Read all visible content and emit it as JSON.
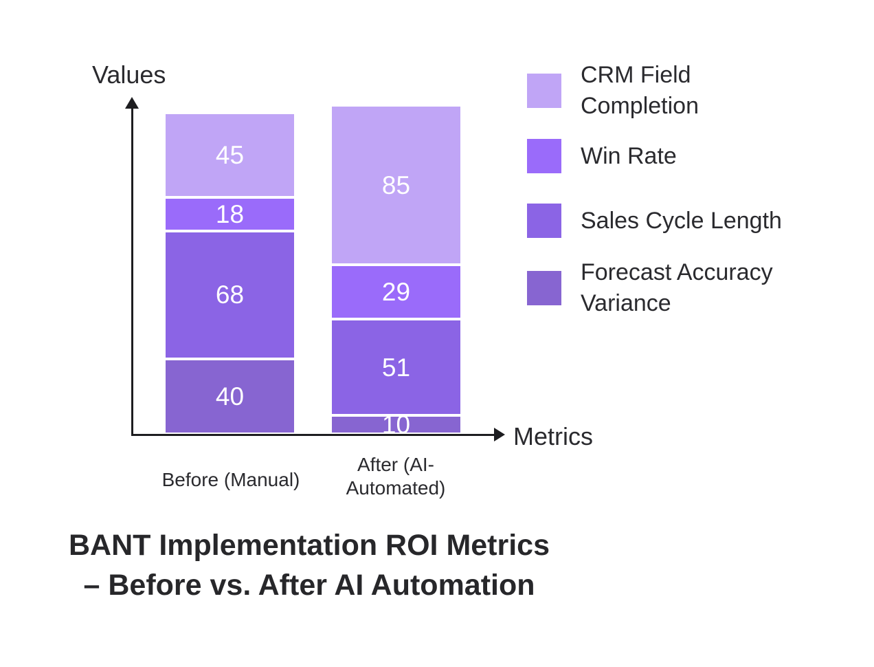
{
  "title": "BANT Implementation ROI Metrics\n– Before vs. After AI Automation",
  "colors": {
    "background": "#ffffff",
    "text": "#2a2a2e",
    "axis": "#1d1d20",
    "segment_label": "#ffffff",
    "segment_border": "#ffffff"
  },
  "legend": {
    "position": "right",
    "items": [
      {
        "label": "CRM Field\nCompletion"
      },
      {
        "label": "Win Rate"
      },
      {
        "label": "Sales Cycle Length"
      },
      {
        "label": "Forecast Accuracy\nVariance"
      }
    ]
  },
  "chart_data": {
    "type": "bar",
    "stacked": true,
    "title": "BANT Implementation ROI Metrics – Before vs. After AI Automation",
    "xlabel": "Metrics",
    "ylabel": "Values",
    "categories": [
      "Before (Manual)",
      "After (AI-Automated)"
    ],
    "series": [
      {
        "name": "CRM Field Completion",
        "color": "#C0A5F6",
        "values": [
          45,
          85
        ]
      },
      {
        "name": "Win Rate",
        "color": "#9A6BFA",
        "values": [
          18,
          29
        ]
      },
      {
        "name": "Sales Cycle Length",
        "color": "#8B64E5",
        "values": [
          68,
          51
        ]
      },
      {
        "name": "Forecast Accuracy Variance",
        "color": "#8765D1",
        "values": [
          40,
          10
        ]
      }
    ],
    "series_order": "top_to_bottom",
    "stack_totals": [
      171,
      175
    ],
    "value_labels": "shown_on_segments",
    "grid": false,
    "legend_position": "right"
  }
}
